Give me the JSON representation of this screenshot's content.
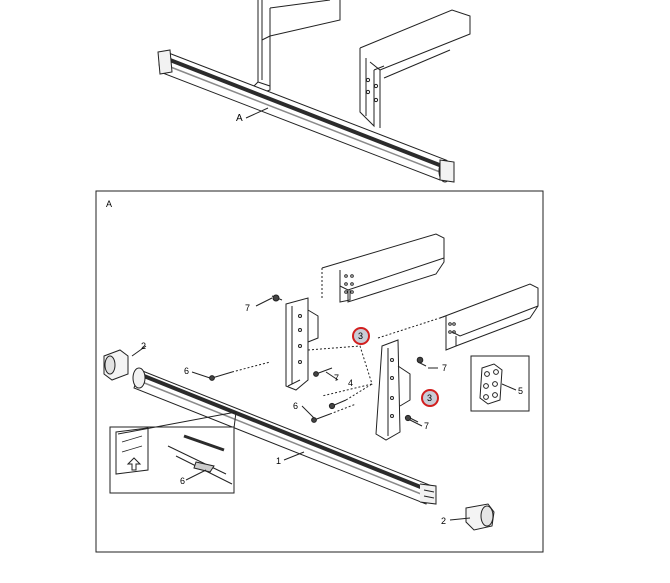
{
  "overview": {
    "callout_a": "A"
  },
  "detail": {
    "frame_label": "A",
    "callouts": {
      "part_1": "1",
      "part_2_left": "2",
      "part_2_right": "2",
      "part_3_upper": "3",
      "part_3_lower": "3",
      "part_4": "4",
      "part_5": "5",
      "part_6_top": "6",
      "part_6_mid": "6",
      "part_6_inset": "6",
      "part_7_top": "7",
      "part_7_mid": "7",
      "part_7_right": "7",
      "part_7_lower": "7"
    }
  },
  "colors": {
    "line": "#222222",
    "highlight_ring": "#d21f1f",
    "highlight_fill": "#c9ccd6",
    "bar_dark": "#2b2b2b",
    "bar_mid": "#8a8a8a"
  }
}
